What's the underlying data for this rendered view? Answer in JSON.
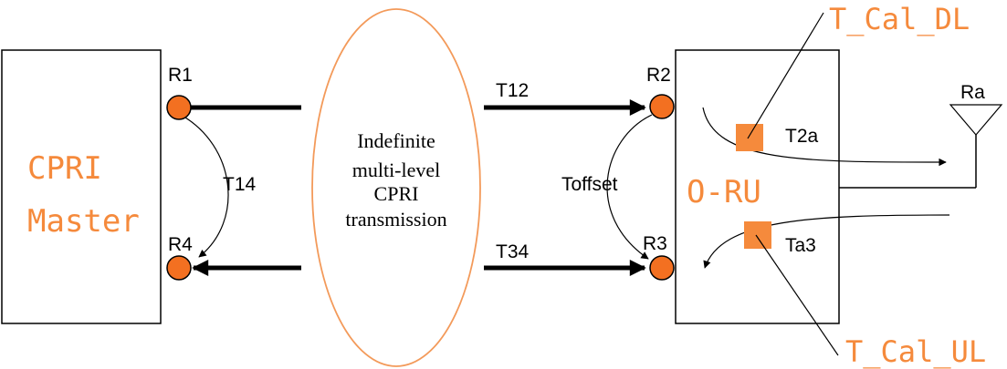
{
  "colors": {
    "accent_orange": "#f58a3c",
    "node_fill": "#f37021",
    "line": "#000000",
    "ellipse_stroke": "#f39a5a"
  },
  "master": {
    "title_line1": "CPRI",
    "title_line2": "Master"
  },
  "oru": {
    "title": "O-RU"
  },
  "transmission": {
    "line1": "Indefinite",
    "line2": "multi-level",
    "line3": "CPRI",
    "line4": "transmission"
  },
  "nodes": {
    "r1": "R1",
    "r2": "R2",
    "r3": "R3",
    "r4": "R4"
  },
  "links": {
    "t12": "T12",
    "t34": "T34",
    "t14": "T14",
    "toffset": "Toffset",
    "t2a": "T2a",
    "ta3": "Ta3"
  },
  "antenna": {
    "label": "Ra"
  },
  "calibration": {
    "dl": "T_Cal_DL",
    "ul": "T_Cal_UL"
  }
}
